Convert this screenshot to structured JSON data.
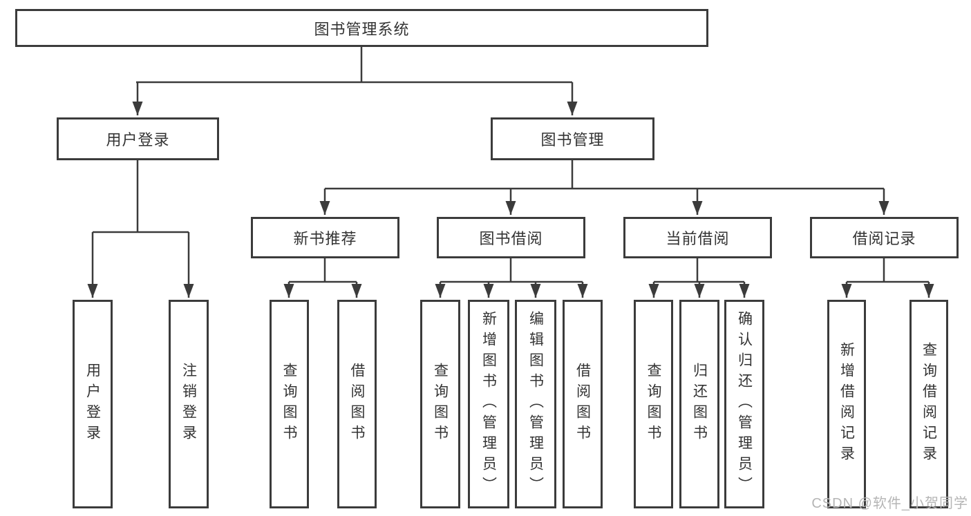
{
  "diagram_type": "hierarchy-tree",
  "tree": {
    "label": "图书管理系统",
    "children": [
      {
        "label": "用户登录",
        "children": [
          {
            "label": "用户登录"
          },
          {
            "label": "注销登录"
          }
        ]
      },
      {
        "label": "图书管理",
        "children": [
          {
            "label": "新书推荐",
            "children": [
              {
                "label": "查询图书"
              },
              {
                "label": "借阅图书"
              }
            ]
          },
          {
            "label": "图书借阅",
            "children": [
              {
                "label": "查询图书"
              },
              {
                "label": "新增图书（管理员）"
              },
              {
                "label": "编辑图书（管理员）"
              },
              {
                "label": "借阅图书"
              }
            ]
          },
          {
            "label": "当前借阅",
            "children": [
              {
                "label": "查询图书"
              },
              {
                "label": "归还图书"
              },
              {
                "label": "确认归还（管理员）"
              }
            ]
          },
          {
            "label": "借阅记录",
            "children": [
              {
                "label": "新增借阅记录"
              },
              {
                "label": "查询借阅记录"
              }
            ]
          }
        ]
      }
    ]
  },
  "watermark": "CSDN @软件_小贺同学",
  "colors": {
    "line": "#3b3b3b",
    "box_border": "#3b3b3b",
    "text": "#333333",
    "background": "#ffffff",
    "watermark": "#b5b5b5"
  }
}
